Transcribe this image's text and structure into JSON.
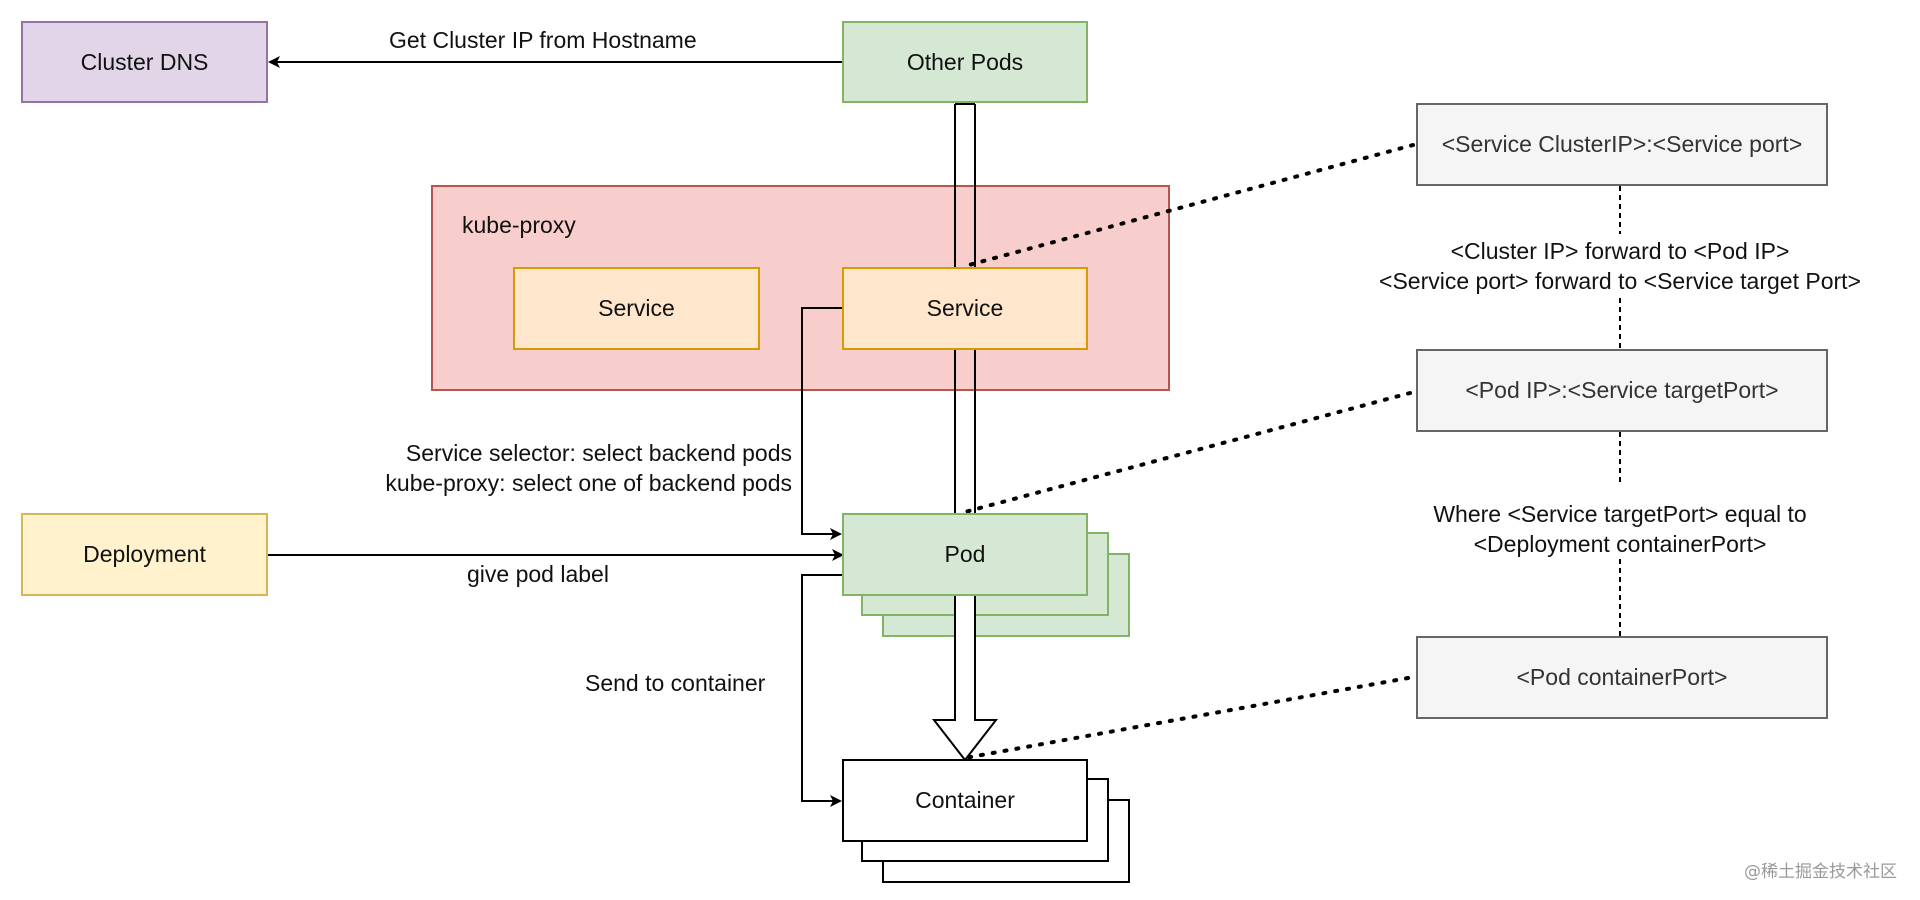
{
  "nodes": {
    "cluster_dns": "Cluster DNS",
    "other_pods": "Other Pods",
    "kube_proxy": "kube-proxy",
    "service_left": "Service",
    "service_right": "Service",
    "deployment": "Deployment",
    "pod": "Pod",
    "container": "Container",
    "service_clusterip_port": "<Service ClusterIP>:<Service port>",
    "pod_ip_target_port": "<Pod IP>:<Service targetPort>",
    "pod_container_port": "<Pod containerPort>"
  },
  "edge_labels": {
    "get_cluster_ip": "Get Cluster IP from Hostname",
    "service_selector": "Service selector: select backend pods",
    "kube_proxy_select": "kube-proxy: select one of backend pods",
    "give_pod_label": "give pod label",
    "send_to_container": "Send to container",
    "cluster_ip_forward": "<Cluster IP> forward to <Pod IP>",
    "service_port_forward": "<Service port> forward to <Service target Port>",
    "where_target_port": "Where <Service targetPort> equal to",
    "deployment_container_port": "<Deployment containerPort>"
  },
  "watermark": "@稀土掘金技术社区",
  "colors": {
    "purple_fill": "#e1d5e7",
    "purple_stroke": "#9673a6",
    "green_fill": "#d5e8d4",
    "green_stroke": "#82b366",
    "orange_fill": "#ffe6cc",
    "orange_stroke": "#d79b00",
    "yellow_fill": "#fff2cc",
    "yellow_stroke": "#d6b656",
    "red_fill": "#f8cecc",
    "red_stroke": "#b85450",
    "gray_fill": "#f5f5f5",
    "gray_stroke": "#666666"
  }
}
